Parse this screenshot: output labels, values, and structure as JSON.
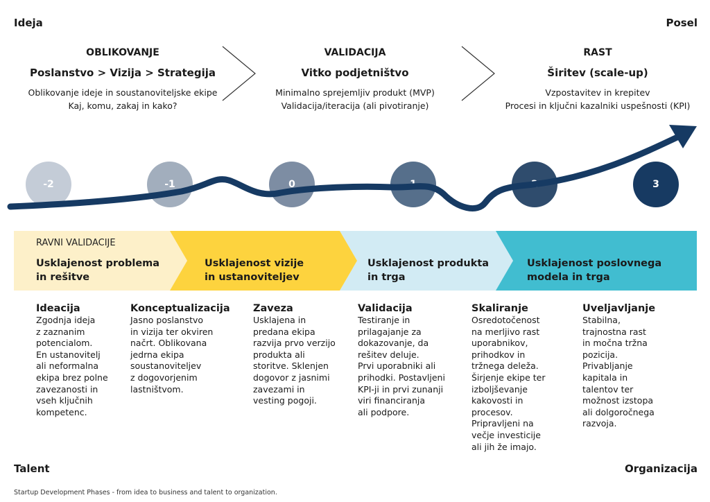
{
  "corners": {
    "top_left": "Ideja",
    "top_right": "Posel",
    "bottom_left": "Talent",
    "bottom_right": "Organizacija"
  },
  "phases": [
    {
      "title": "OBLIKOVANJE",
      "subtitle": "Poslanstvo > Vizija > Strategija",
      "desc": "Oblikovanje ideje in soustanoviteljske ekipe\nKaj, komu, zakaj in kako?"
    },
    {
      "title": "VALIDACIJA",
      "subtitle": "Vitko podjetništvo",
      "desc": "Minimalno sprejemljiv produkt (MVP)\nValidacija/iteracija (ali pivotiranje)"
    },
    {
      "title": "RAST",
      "subtitle": "Širitev (scale-up)",
      "desc": "Vzpostavitev in krepitev\nProcesi in ključni kazalniki uspešnosti (KPI)"
    }
  ],
  "stages": [
    {
      "label": "-2",
      "color": "#c4ccd7"
    },
    {
      "label": "-1",
      "color": "#a2aebd"
    },
    {
      "label": "0",
      "color": "#7d8da3"
    },
    {
      "label": "1",
      "color": "#566f8b"
    },
    {
      "label": "2",
      "color": "#2f4c6d"
    },
    {
      "label": "3",
      "color": "#173a62"
    }
  ],
  "validation": {
    "heading": "RAVNI VALIDACIJE",
    "levels": [
      {
        "label": "Usklajenost problema\nin rešitve",
        "color": "#fdf0c9"
      },
      {
        "label": "Usklajenost vizije\nin ustanoviteljev",
        "color": "#fdd33e"
      },
      {
        "label": "Usklajenost produkta\nin trga",
        "color": "#d2ebf4"
      },
      {
        "label": "Usklajenost poslovnega\nmodela in trga",
        "color": "#41bdd0"
      }
    ]
  },
  "steps": [
    {
      "title": "Ideacija",
      "text": "Zgodnja ideja\nz zaznanim\npotencialom.\nEn ustanovitelj\nali neformalna\nekipa brez polne\nzavezanosti in\nvseh ključnih\nkompetenc."
    },
    {
      "title": "Konceptualizacija",
      "text": "Jasno poslanstvo\nin vizija ter okviren\nnačrt. Oblikovana\njedrna ekipa\nsoustanoviteljev\nz dogovorjenim\nlastništvom."
    },
    {
      "title": "Zaveza",
      "text": "Usklajena in\npredana ekipa\nrazvija prvo verzijo\nprodukta ali\nstoritve. Sklenjen\ndogovor z jasnimi\nzavezami in\nvesting pogoji."
    },
    {
      "title": "Validacija",
      "text": "Testiranje in\nprilagajanje za\ndokazovanje, da\nrešitev deluje.\nPrvi uporabniki ali\nprihodki. Postavljeni\nKPI-ji in prvi zunanji\nviri financiranja\nali podpore."
    },
    {
      "title": "Skaliranje",
      "text": "Osredotočenost\nna merljivo rast\nuporabnikov,\nprihodkov in\ntržnega deleža.\nŠirjenje ekipe ter\nizboljševanje\nkakovosti in\nprocesov.\nPripravljeni na\nvečje investicije\nali jih že imajo."
    },
    {
      "title": "Uveljavljanje",
      "text": "Stabilna,\ntrajnostna rast\nin močna tržna\npozicija.\nPrivabljanje\nkapitala in\ntalentov ter\nmožnost izstopa\nali dolgoročnega\nrazvoja."
    }
  ],
  "caption": "Startup Development Phases - from idea to business and talent to organization.",
  "colors": {
    "path": "#163a63"
  }
}
